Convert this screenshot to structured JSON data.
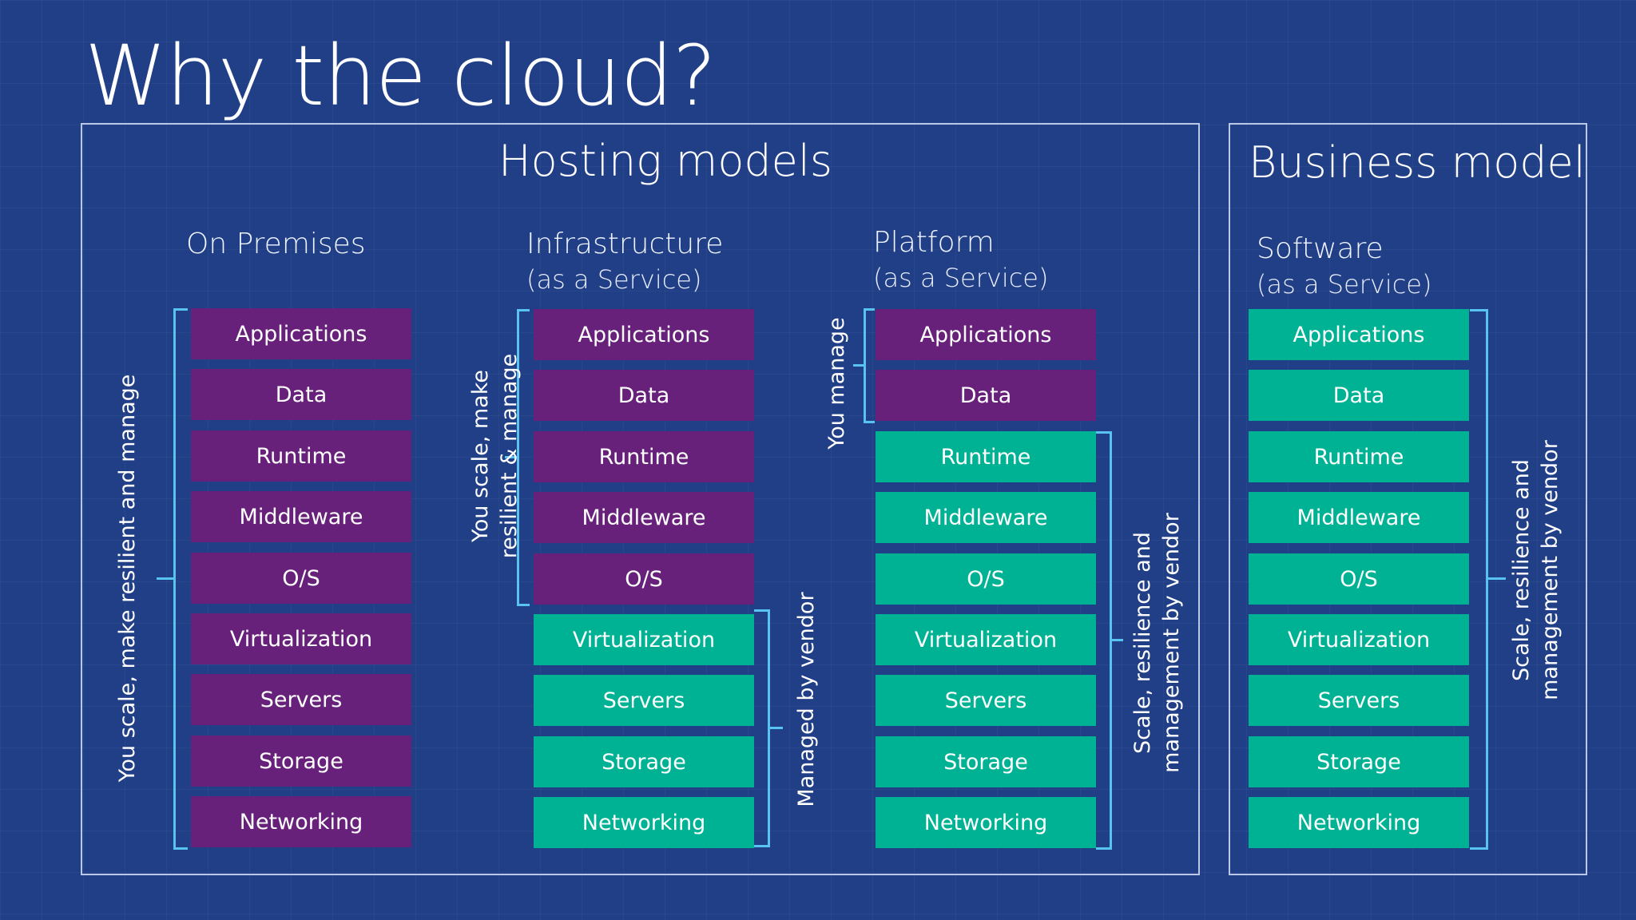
{
  "title": "Why the cloud?",
  "hosting": {
    "title": "Hosting models",
    "columns": [
      {
        "title": "On Premises",
        "subtitle": "",
        "layers": [
          "Applications",
          "Data",
          "Runtime",
          "Middleware",
          "O/S",
          "Virtualization",
          "Servers",
          "Storage",
          "Networking"
        ],
        "you_manage_count": 9,
        "you_label": [
          "You scale, make resilient and manage"
        ],
        "vendor_label": []
      },
      {
        "title": "Infrastructure",
        "subtitle": "(as a Service)",
        "layers": [
          "Applications",
          "Data",
          "Runtime",
          "Middleware",
          "O/S",
          "Virtualization",
          "Servers",
          "Storage",
          "Networking"
        ],
        "you_manage_count": 5,
        "you_label": [
          "You scale, make",
          "resilient & manage"
        ],
        "vendor_label": [
          "Managed by vendor"
        ]
      },
      {
        "title": "Platform",
        "subtitle": "(as a Service)",
        "layers": [
          "Applications",
          "Data",
          "Runtime",
          "Middleware",
          "O/S",
          "Virtualization",
          "Servers",
          "Storage",
          "Networking"
        ],
        "you_manage_count": 2,
        "you_label": [
          "You manage"
        ],
        "vendor_label": [
          "Scale, resilience and",
          "management by vendor"
        ]
      }
    ]
  },
  "business": {
    "title": "Business model",
    "column": {
      "title": "Software",
      "subtitle": "(as a Service)",
      "layers": [
        "Applications",
        "Data",
        "Runtime",
        "Middleware",
        "O/S",
        "Virtualization",
        "Servers",
        "Storage",
        "Networking"
      ],
      "you_manage_count": 0,
      "vendor_label": [
        "Scale, resilience and",
        "management by vendor"
      ]
    }
  },
  "colors": {
    "background": "#213f87",
    "you_manage_tile": "#68217a",
    "vendor_tile": "#00b294",
    "bracket": "#58c3ee",
    "panel_border": "#b8c8e6"
  }
}
